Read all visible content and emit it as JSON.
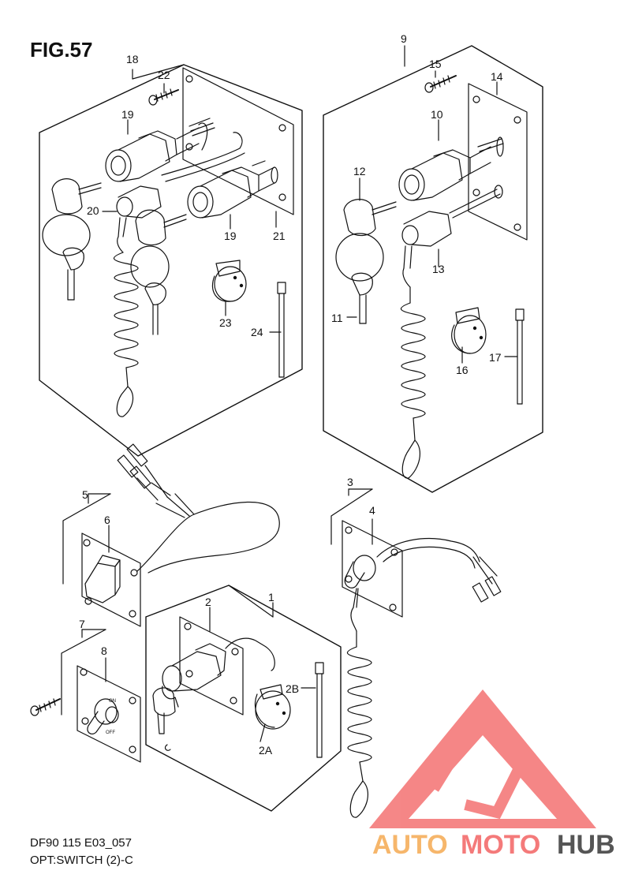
{
  "header": {
    "figure_title": "FIG.57"
  },
  "footer": {
    "model_code": "DF90 115 E03_057",
    "subtitle": "OPT:SWITCH (2)-C"
  },
  "part_labels": {
    "p1": "1",
    "p2": "2",
    "p2a": "2A",
    "p2b": "2B",
    "p3": "3",
    "p4": "4",
    "p5": "5",
    "p6": "6",
    "p7": "7",
    "p8": "8",
    "p9": "9",
    "p10": "10",
    "p11": "11",
    "p12": "12",
    "p13": "13",
    "p14": "14",
    "p15": "15",
    "p16": "16",
    "p17": "17",
    "p18": "18",
    "p19a": "19",
    "p19b": "19",
    "p20": "20",
    "p21": "21",
    "p22": "22",
    "p23": "23",
    "p24": "24"
  },
  "switch_markings": {
    "on": "ON",
    "off": "OFF"
  },
  "watermark": {
    "part1": "AUTO",
    "part2": "MOTO",
    "part3": "HUB"
  },
  "colors": {
    "line": "#111111",
    "watermark_red": "#f47a7a",
    "watermark_orange": "#f6b66b",
    "watermark_gray": "#555555"
  }
}
